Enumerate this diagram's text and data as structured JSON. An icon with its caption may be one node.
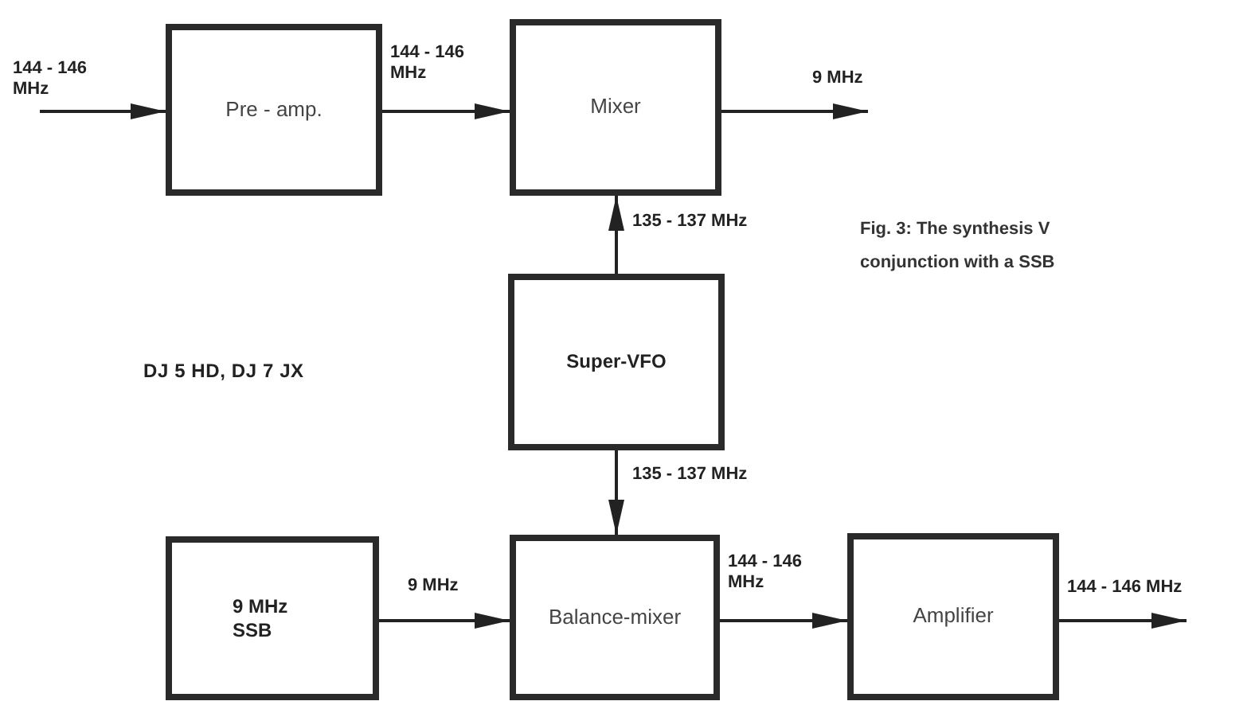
{
  "diagram": {
    "caption": "Fig. 3: The synthesis V conjunction with a SSB",
    "nodes": [
      {
        "text": [
          "Pre - amp."
        ]
      },
      {
        "text": [
          "Mixer"
        ]
      },
      {
        "text": [
          "Super-VFO"
        ]
      },
      {
        "text": [
          "9 MHz SSB"
        ]
      },
      {
        "text": [
          "Balance-mixer"
        ]
      },
      {
        "text": [
          "Amplifier"
        ]
      }
    ],
    "edges": [
      {
        "from": null,
        "to": 0,
        "arrow": "to",
        "label": "144 - 146 MHz"
      },
      {
        "from": 0,
        "to": 1,
        "arrow": "to",
        "label": "144 - 146 MHz"
      },
      {
        "from": 1,
        "to": null,
        "arrow": "to",
        "label": "9 MHz"
      },
      {
        "from": 2,
        "to": 1,
        "arrow": "to",
        "label": "135 - 137 MHz"
      },
      {
        "from": 2,
        "to": 4,
        "arrow": "to",
        "label": "135 - 137 MHz"
      },
      {
        "from": 3,
        "to": 4,
        "arrow": "to",
        "label": "9 MHz"
      },
      {
        "from": 4,
        "to": 5,
        "arrow": "to",
        "label": "144 - 146 MHz"
      },
      {
        "from": 5,
        "to": null,
        "arrow": "to",
        "label": "144 - 146 MHz"
      }
    ],
    "labels": [
      "DJ 5 HD, DJ 7 JX"
    ]
  }
}
